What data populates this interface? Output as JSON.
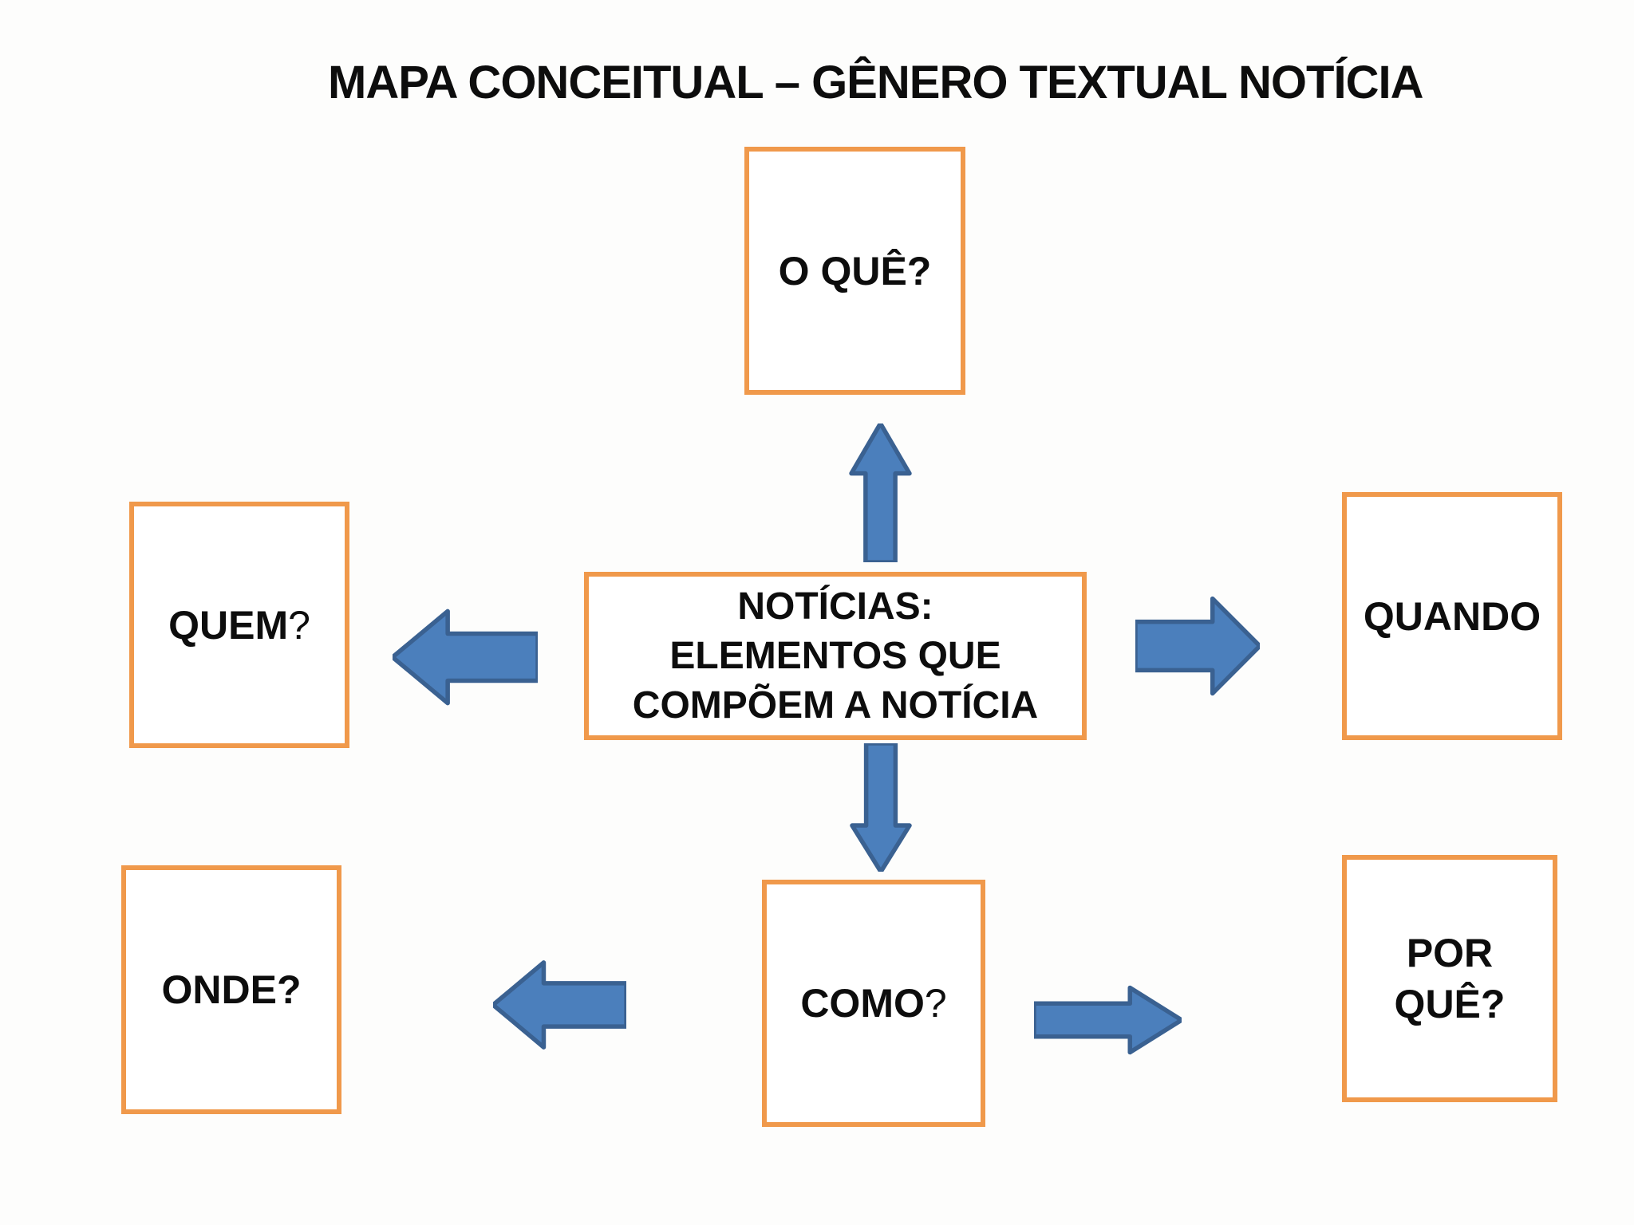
{
  "title": "MAPA CONCEITUAL – GÊNERO TEXTUAL NOTÍCIA",
  "center_box": {
    "lines": [
      "NOTÍCIAS:",
      "ELEMENTOS QUE",
      "COMPÕEM A NOTÍCIA"
    ]
  },
  "nodes": {
    "o_que": {
      "label": "O QUÊ?",
      "suffix": ""
    },
    "quem": {
      "label": "QUEM",
      "suffix": "?"
    },
    "quando": {
      "label": "QUANDO",
      "suffix": ""
    },
    "onde": {
      "label": "ONDE?",
      "suffix": ""
    },
    "como": {
      "label": "COMO",
      "suffix": "?"
    },
    "por_que": {
      "line1": "POR",
      "line2": "QUÊ?"
    }
  },
  "colors": {
    "box_border": "#F0994B",
    "box_fill": "#FFFFFF",
    "arrow_fill": "#4B7FBC",
    "arrow_stroke": "#3A6191",
    "text": "#0D0D0D",
    "background": "#FDFDFC"
  }
}
